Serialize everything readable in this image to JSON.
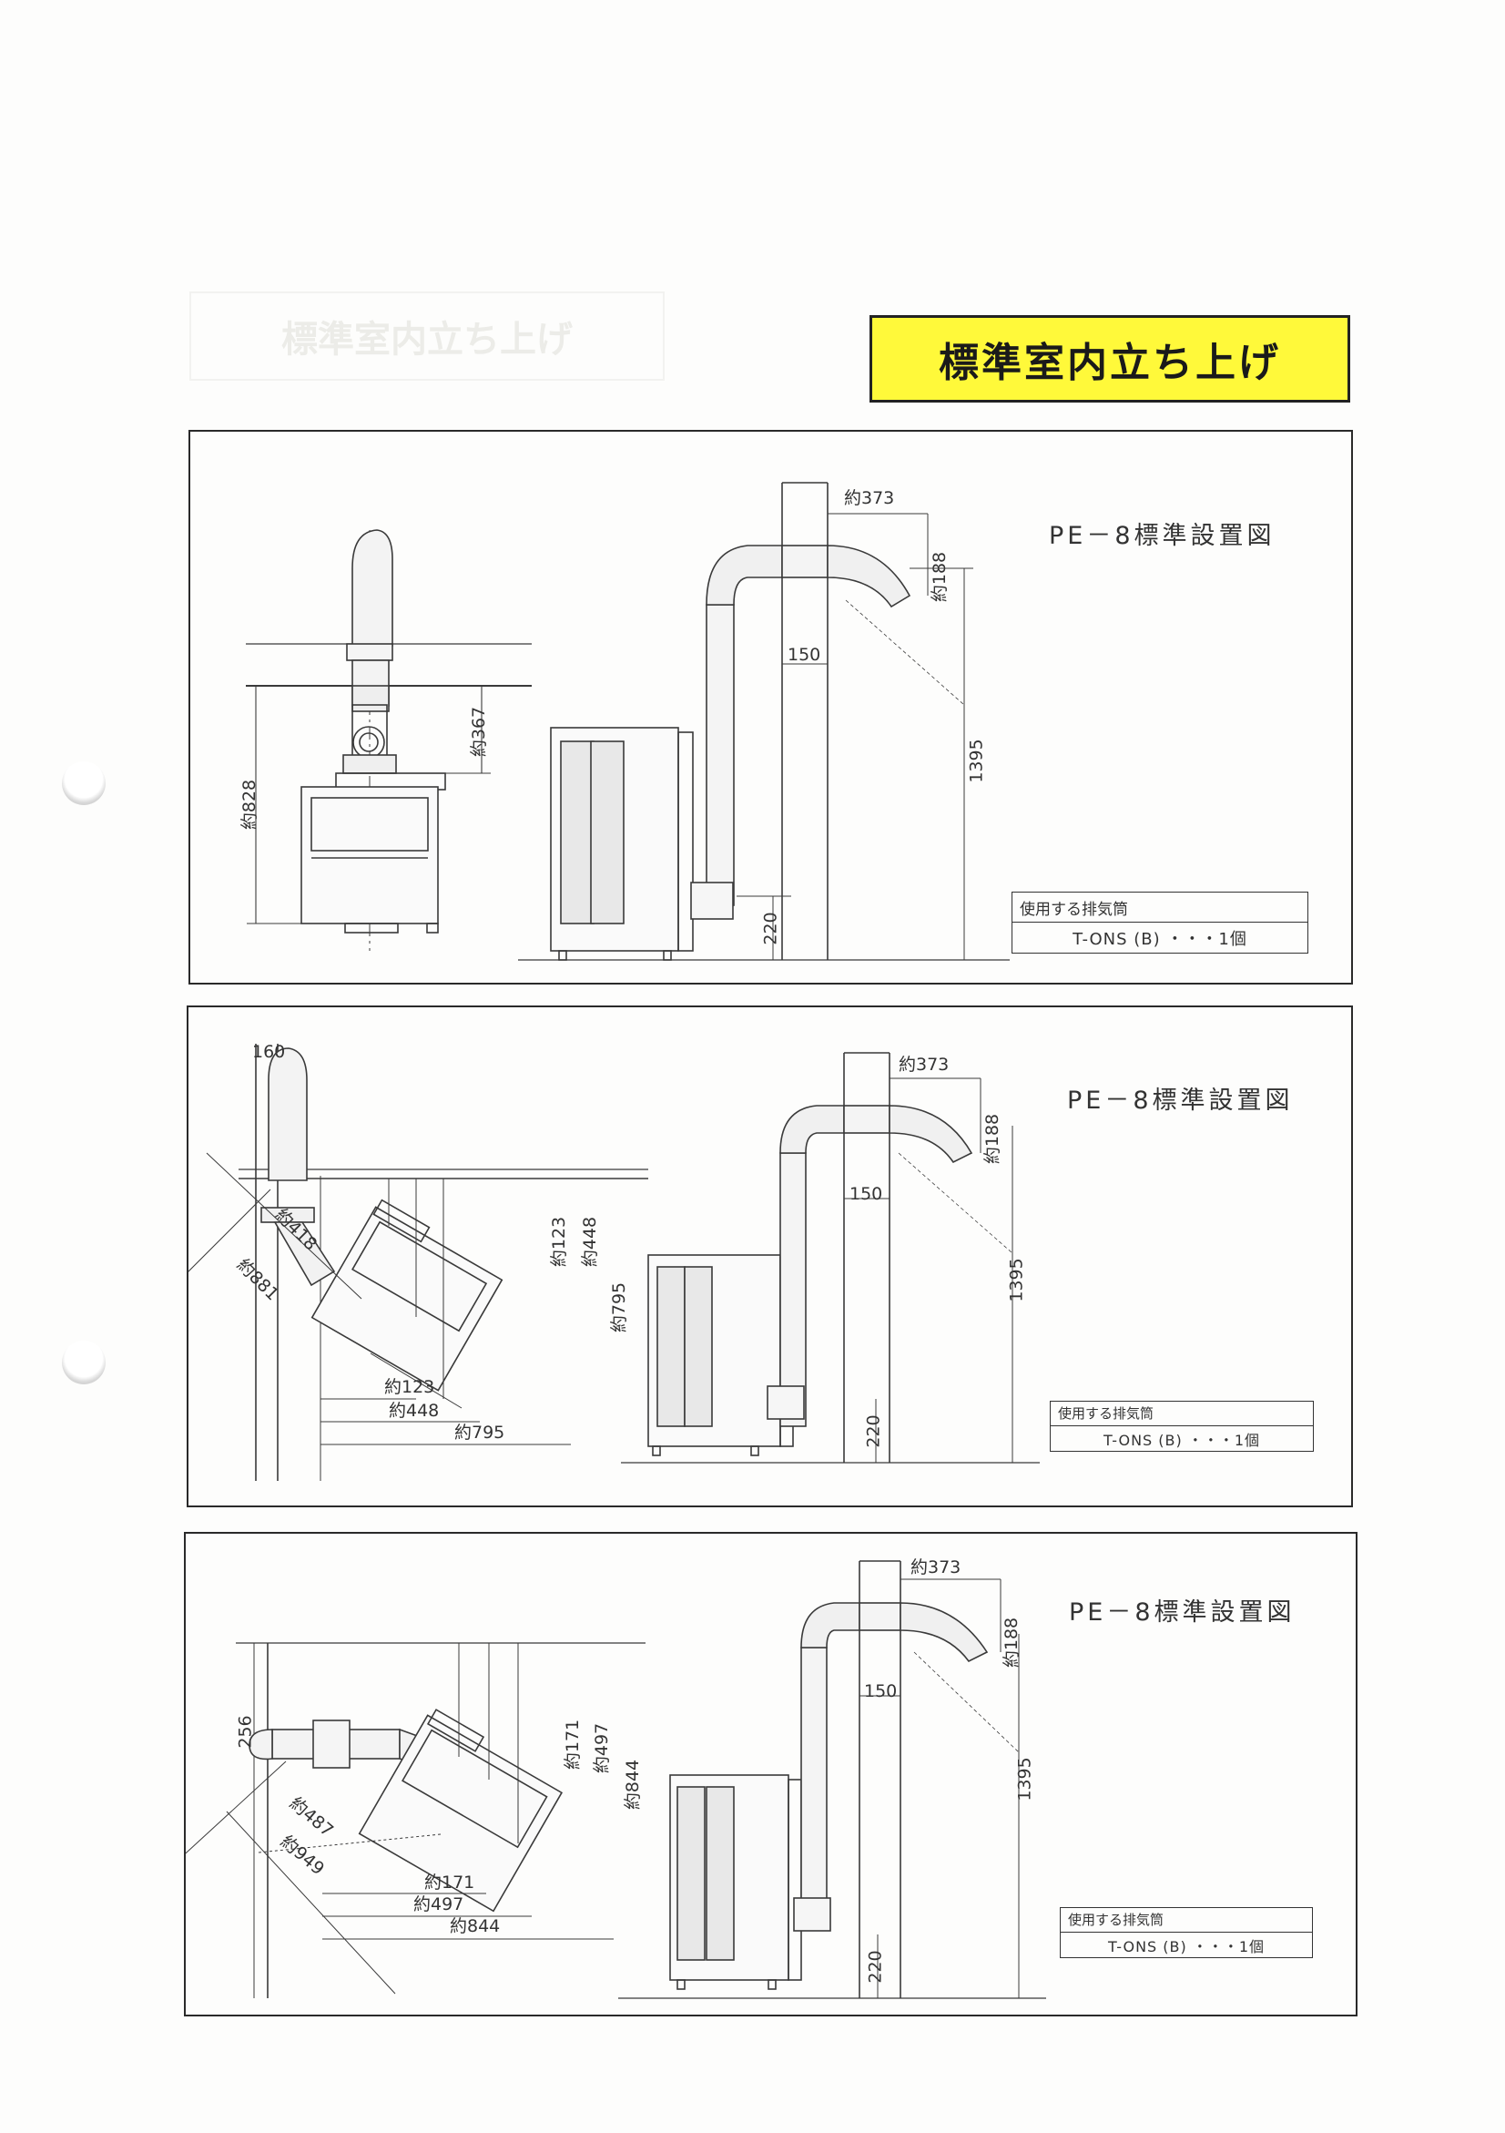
{
  "page_title": "標準室内立ち上げ",
  "ghost_title": "標準室内立ち上げ",
  "panels": [
    {
      "heading": "PE－8標準設置図",
      "flue_label": "使用する排気筒",
      "flue_value": "T-ONS (B) ・・・1個",
      "dims": {
        "d373": "約373",
        "d188": "約188",
        "d150": "150",
        "d1395": "1395",
        "d220": "220",
        "d828": "約828",
        "d367": "約367"
      }
    },
    {
      "heading": "PE－8標準設置図",
      "flue_label": "使用する排気筒",
      "flue_value": "T-ONS (B) ・・・1個",
      "dims": {
        "d160": "160",
        "d373": "約373",
        "d188": "約188",
        "d150": "150",
        "d1395": "1395",
        "d220": "220",
        "d418": "約418",
        "d881": "約881",
        "d123v": "約123",
        "d448v": "約448",
        "d795v": "約795",
        "d123h": "約123",
        "d448h": "約448",
        "d795h": "約795"
      }
    },
    {
      "heading": "PE－8標準設置図",
      "flue_label": "使用する排気筒",
      "flue_value": "T-ONS (B) ・・・1個",
      "dims": {
        "d256": "256",
        "d373": "約373",
        "d188": "約188",
        "d150": "150",
        "d1395": "1395",
        "d220": "220",
        "d487": "約487",
        "d949": "約949",
        "d171v": "約171",
        "d497v": "約497",
        "d844v": "約844",
        "d171h": "約171",
        "d497h": "約497",
        "d844h": "約844"
      }
    }
  ]
}
